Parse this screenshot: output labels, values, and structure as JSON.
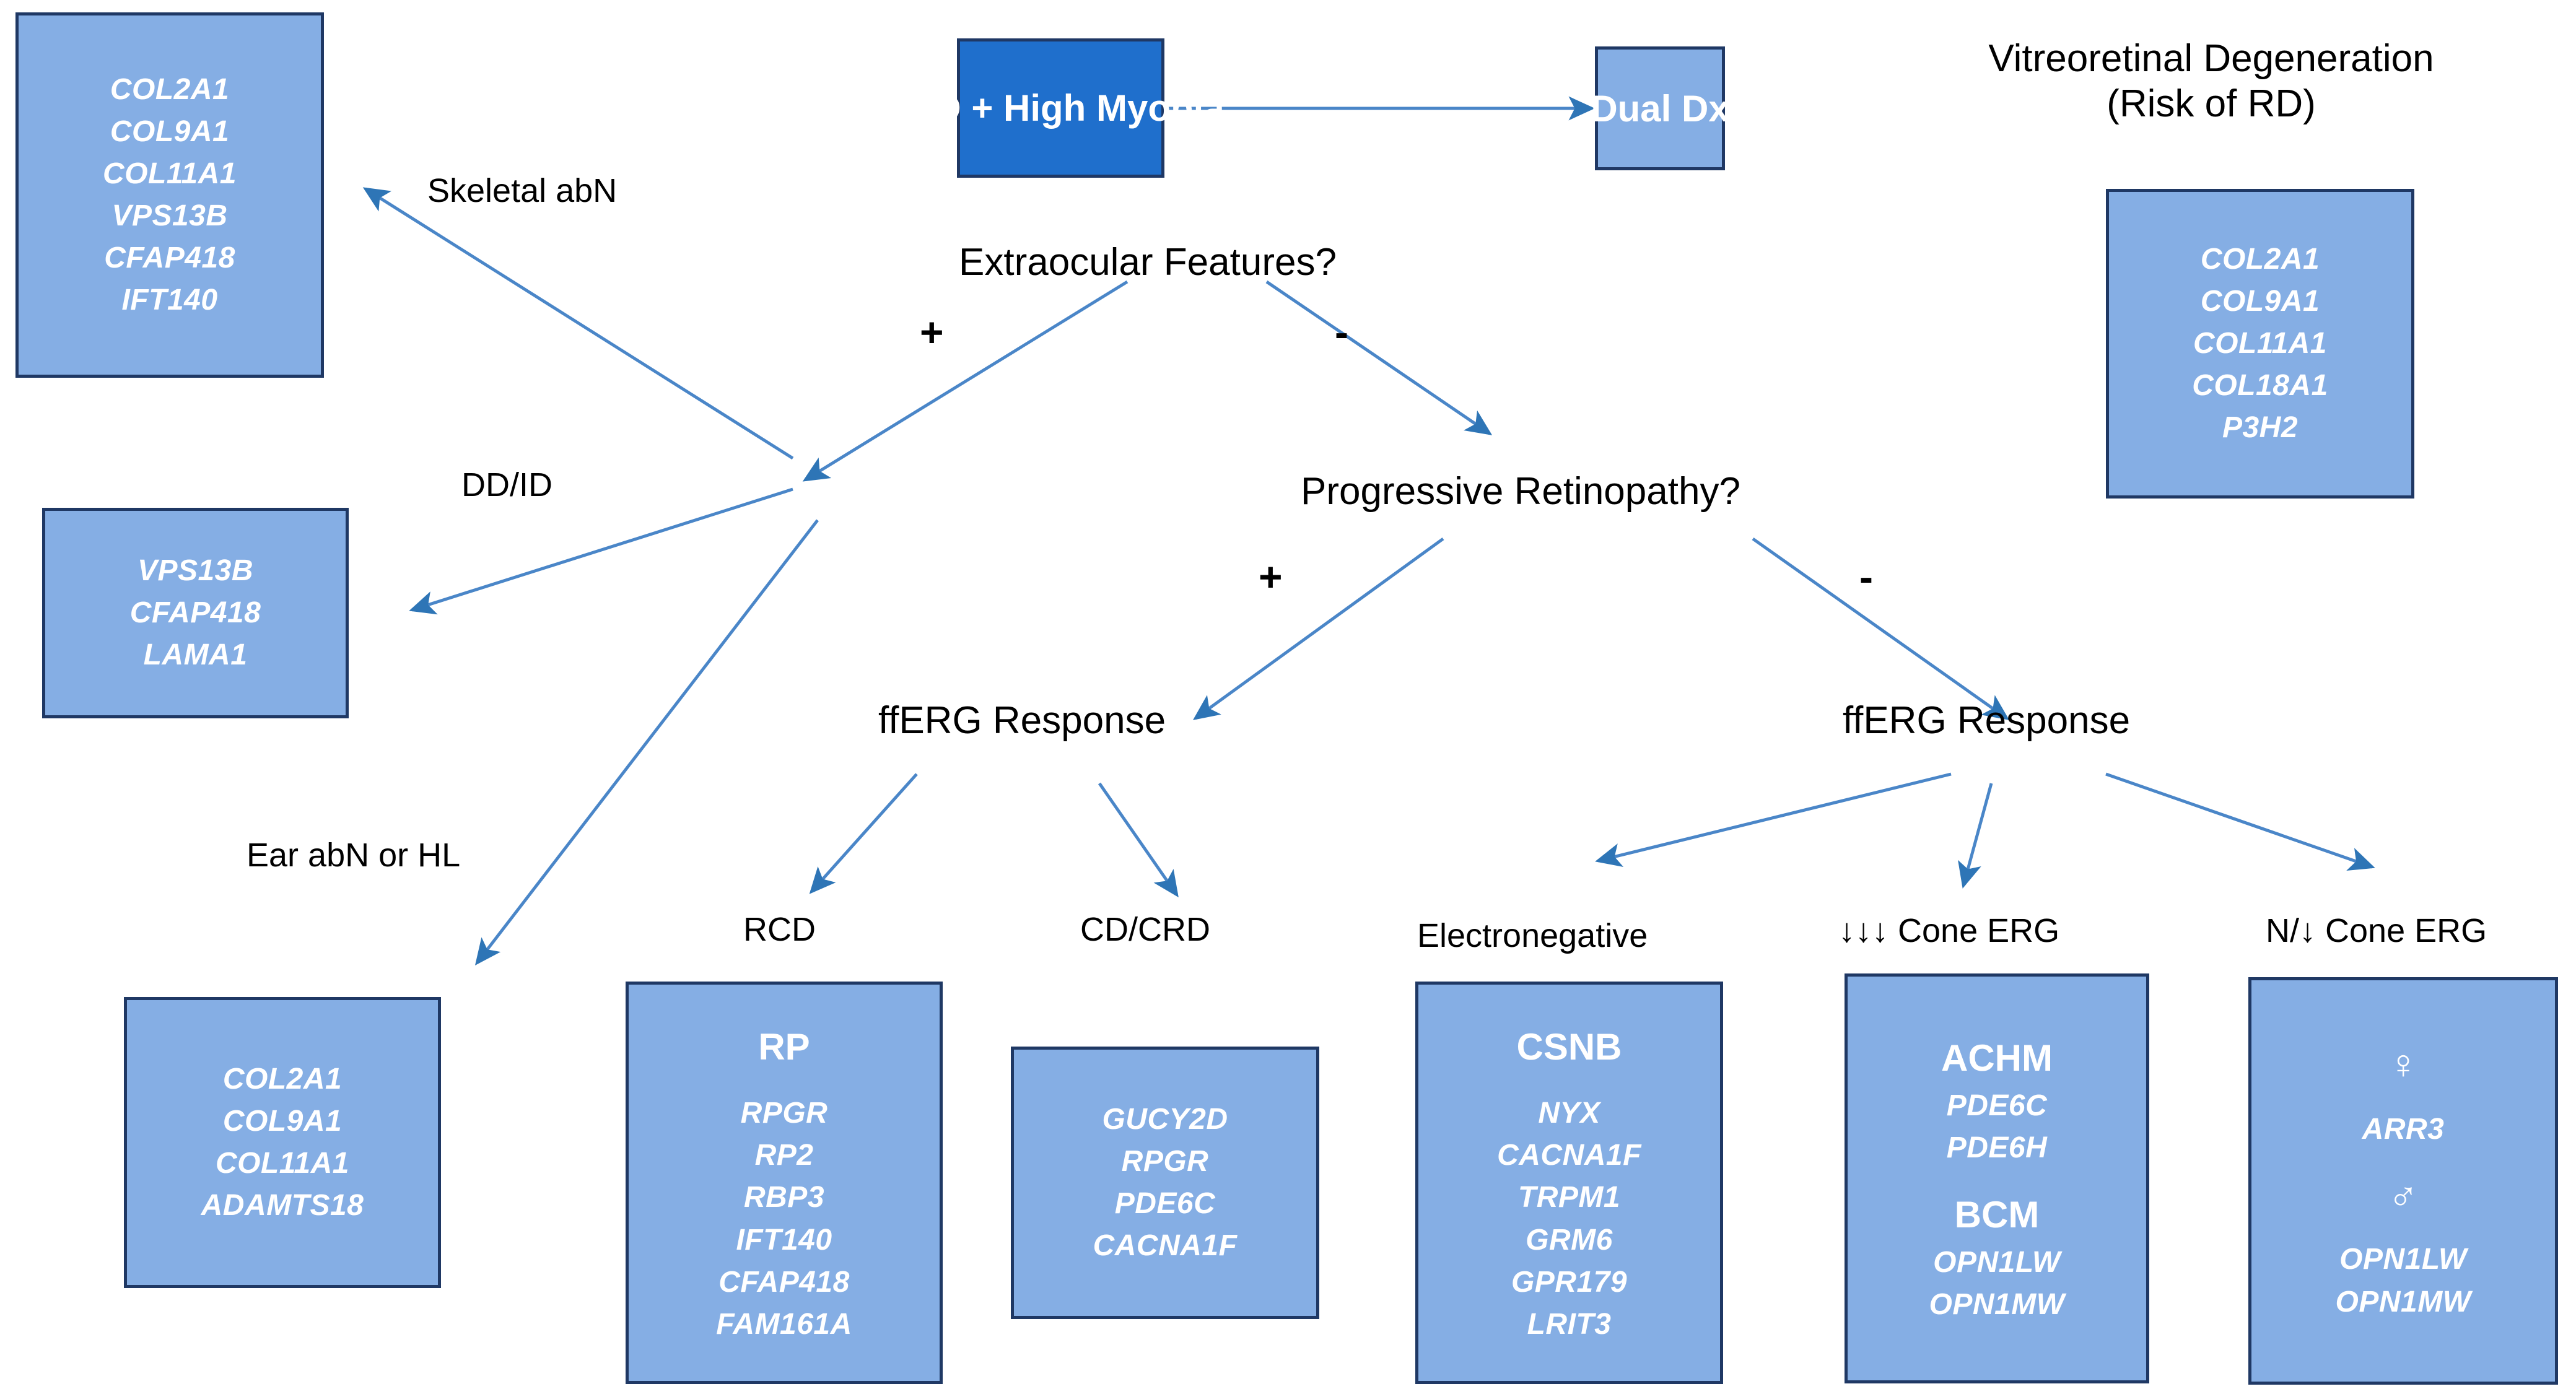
{
  "colors": {
    "accent_dark_blue": "#1F6FCC",
    "accent_light_blue": "#85AEE4",
    "box_border": "#1F3864",
    "arrow": "#4A86C8",
    "text_white": "#FFFFFF",
    "text_black": "#000000"
  },
  "root": {
    "title": "IRD + High Myopia",
    "dual_dx": "Dual Dx"
  },
  "vitreoretinal": {
    "title_line1": "Vitreoretinal Degeneration",
    "title_line2": "(Risk of RD)",
    "genes": [
      "COL2A1",
      "COL9A1",
      "COL11A1",
      "COL18A1",
      "P3H2"
    ]
  },
  "decisions": {
    "extraocular": "Extraocular Features?",
    "extraocular_plus": "+",
    "extraocular_minus": "-",
    "progressive": "Progressive Retinopathy?",
    "progressive_plus": "+",
    "progressive_minus": "-",
    "fferg_left": "ffERG Response",
    "fferg_right": "ffERG Response"
  },
  "branch_labels": {
    "skeletal": "Skeletal abN",
    "ddid": "DD/ID",
    "ear": "Ear abN or HL",
    "rcd": "RCD",
    "cd_crd": "CD/CRD",
    "electronegative": "Electronegative",
    "cone_erg_reduced": "↓↓↓ Cone ERG",
    "cone_erg_normal": "N/↓ Cone ERG"
  },
  "panels": {
    "skeletal_genes": [
      "COL2A1",
      "COL9A1",
      "COL11A1",
      "VPS13B",
      "CFAP418",
      "IFT140"
    ],
    "ddid_genes": [
      "VPS13B",
      "CFAP418",
      "LAMA1"
    ],
    "ear_genes": [
      "COL2A1",
      "COL9A1",
      "COL11A1",
      "ADAMTS18"
    ],
    "rp": {
      "diagnosis": "RP",
      "genes": [
        "RPGR",
        "RP2",
        "RBP3",
        "IFT140",
        "CFAP418",
        "FAM161A"
      ]
    },
    "cd_crd_genes": [
      "GUCY2D",
      "RPGR",
      "PDE6C",
      "CACNA1F"
    ],
    "csnb": {
      "diagnosis": "CSNB",
      "genes": [
        "NYX",
        "CACNA1F",
        "TRPM1",
        "GRM6",
        "GPR179",
        "LRIT3"
      ]
    },
    "achm_bcm": {
      "diagnosis_1": "ACHM",
      "genes_1": [
        "PDE6C",
        "PDE6H"
      ],
      "diagnosis_2": "BCM",
      "genes_2": [
        "OPN1LW",
        "OPN1MW"
      ]
    },
    "sex_linked": {
      "female_symbol": "♀",
      "female_genes": [
        "ARR3"
      ],
      "male_symbol": "♂",
      "male_genes": [
        "OPN1LW",
        "OPN1MW"
      ]
    }
  }
}
